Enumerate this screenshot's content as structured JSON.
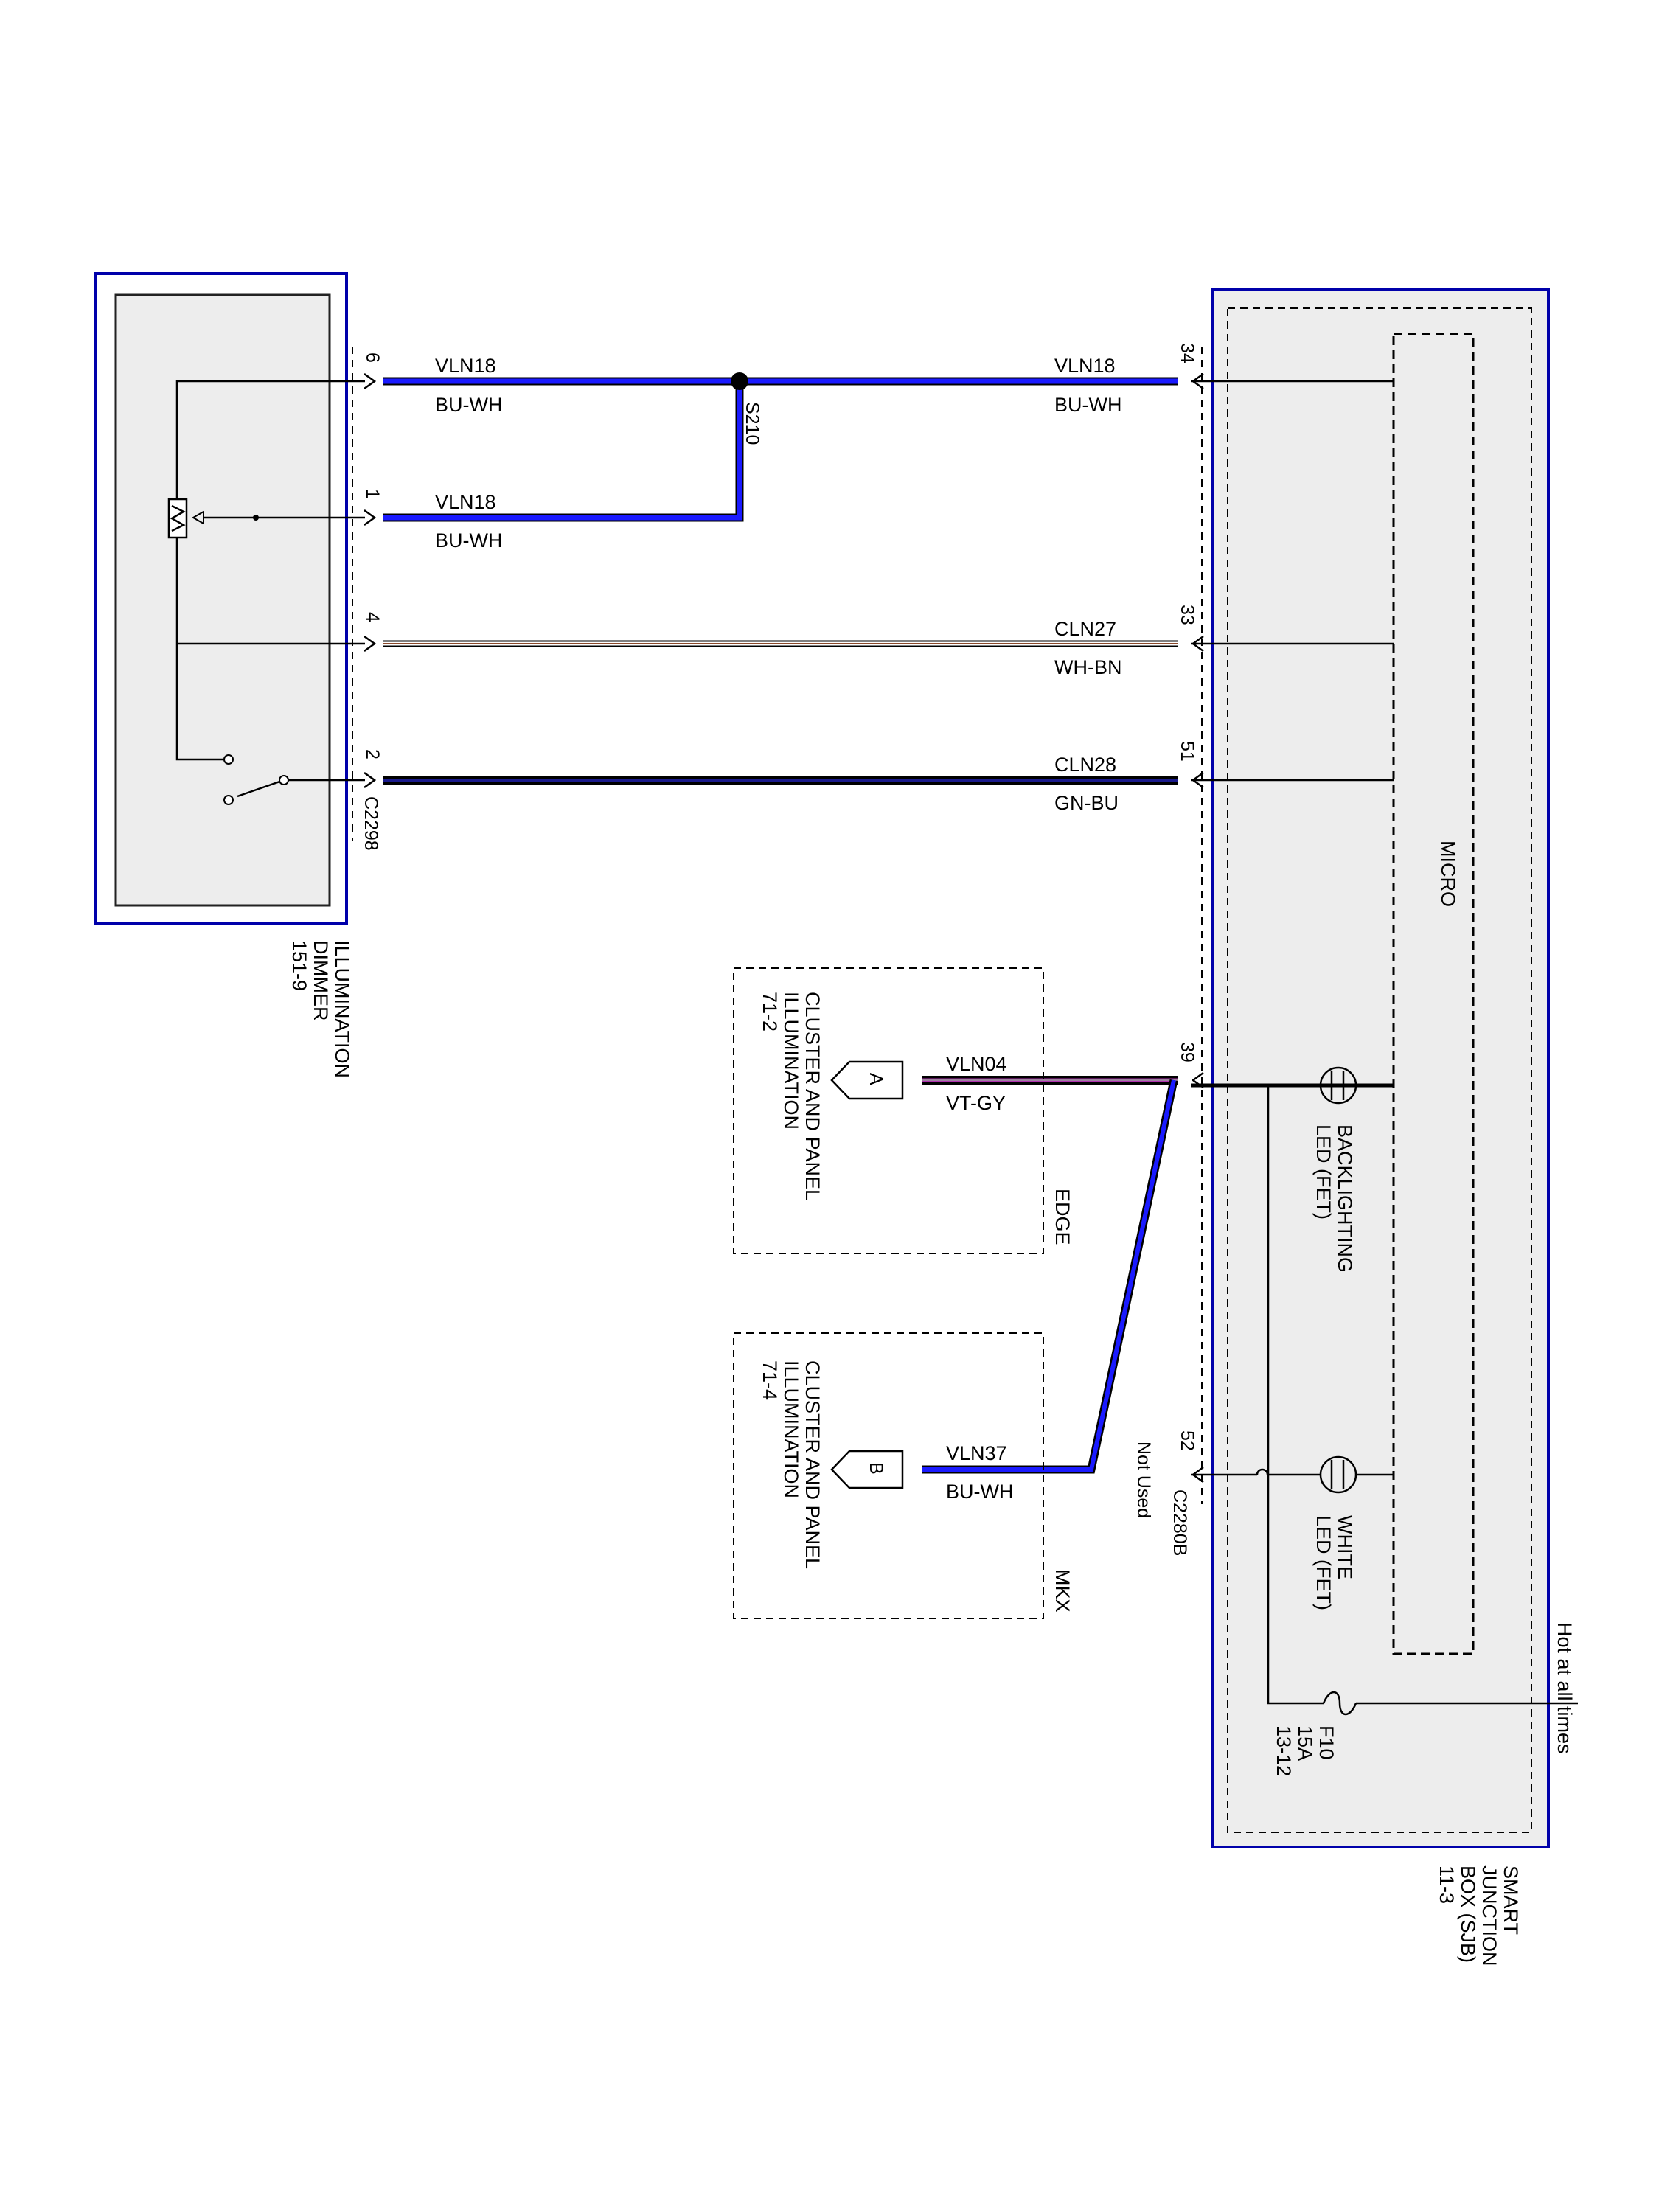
{
  "components": {
    "dimmer": {
      "name_lines": [
        "ILLUMINATION",
        "DIMMER",
        "151-9"
      ],
      "connector": "C2298"
    },
    "sjb": {
      "name_lines": [
        "SMART",
        "JUNCTION",
        "BOX (SJB)",
        "11-3"
      ],
      "connector": "C2280B"
    },
    "micro": {
      "label": "MICRO"
    },
    "edge_module": {
      "name_lines": [
        "CLUSTER AND PANEL",
        "ILLUMINATION",
        "71-2"
      ],
      "variant": "EDGE",
      "pin": "A"
    },
    "mkx_module": {
      "name_lines": [
        "CLUSTER AND PANEL",
        "ILLUMINATION",
        "71-4"
      ],
      "variant": "MKX",
      "pin": "B"
    }
  },
  "splice": {
    "label": "S210"
  },
  "wires": [
    {
      "left_pin": "6",
      "left_circuit": "VLN18",
      "left_color": "BU-WH",
      "right_pin": "34",
      "right_circuit": "VLN18",
      "right_color": "BU-WH",
      "stroke": "#1a1aff"
    },
    {
      "left_pin": "1",
      "left_circuit": "VLN18",
      "left_color": "BU-WH",
      "stroke": "#1a1aff"
    },
    {
      "left_pin": "4",
      "right_pin": "33",
      "right_circuit": "CLN27",
      "right_color": "WH-BN",
      "stroke": "#8b4a2b"
    },
    {
      "left_pin": "2",
      "right_pin": "51",
      "right_circuit": "CLN28",
      "right_color": "GN-BU",
      "stroke": "#1a1a8c"
    },
    {
      "right_pin": "39",
      "circuit": "VLN04",
      "color": "VT-GY",
      "stroke": "#b030b0"
    },
    {
      "right_pin": "52",
      "circuit": "VLN37",
      "color": "BU-WH",
      "stroke": "#1a1aff"
    }
  ],
  "not_used": "Not Used",
  "leds": {
    "backlighting": [
      "BACKLIGHTING",
      "LED (FET)"
    ],
    "white": [
      "WHITE",
      "LED (FET)"
    ]
  },
  "fuse": {
    "lines": [
      "F10",
      "15A",
      "13-12"
    ]
  },
  "hot_label": "Hot at all times",
  "colors": {
    "frame": "#0000aa",
    "panel_fill": "#ededed"
  }
}
